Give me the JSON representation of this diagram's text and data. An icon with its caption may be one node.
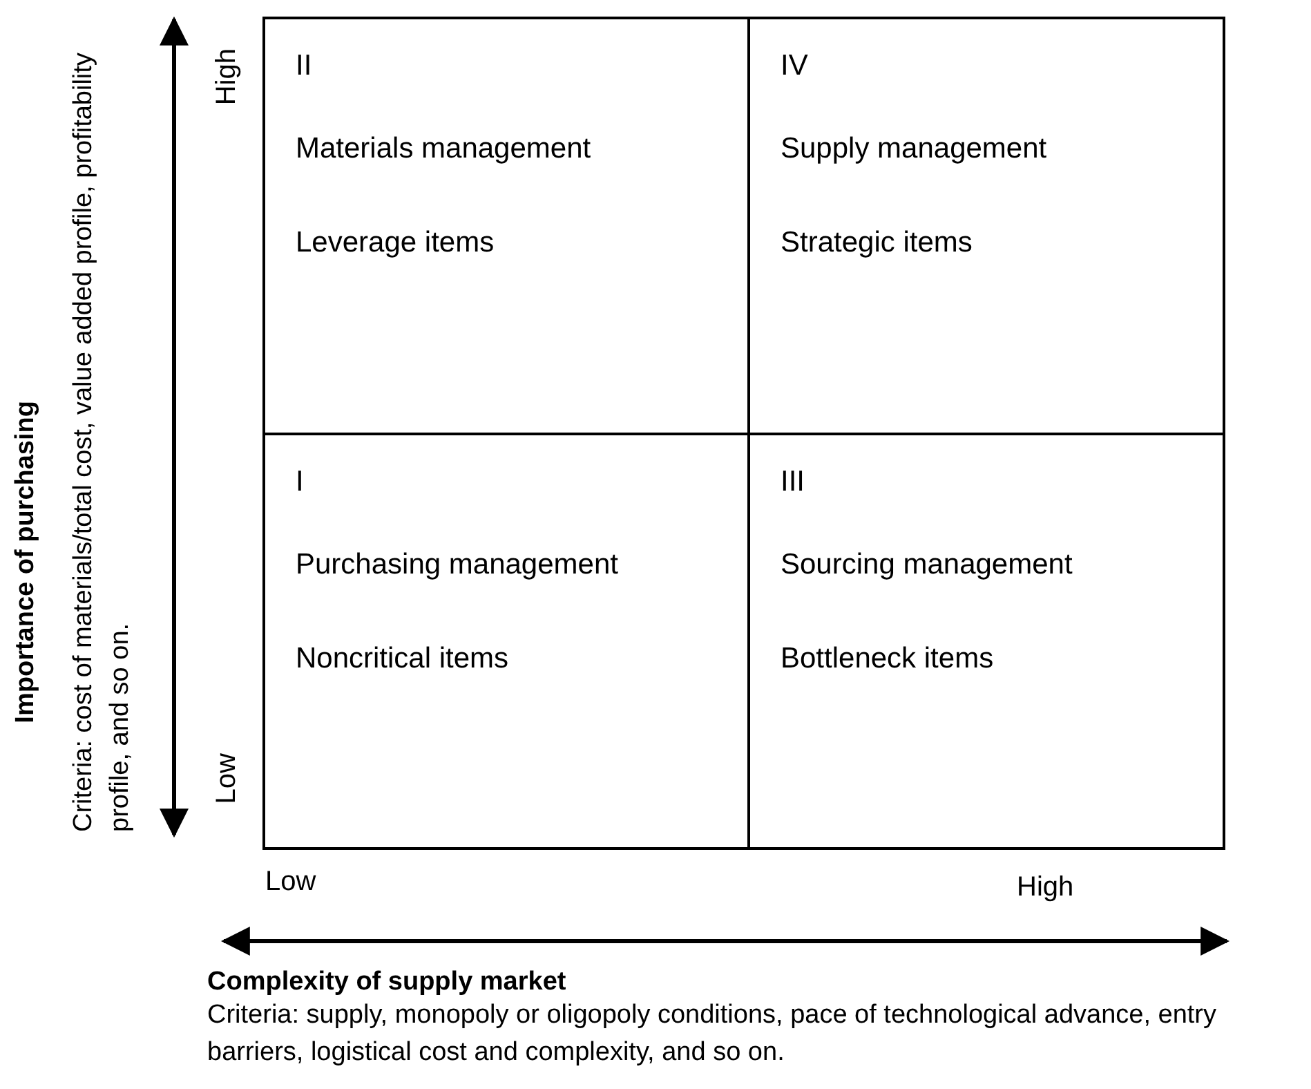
{
  "diagram": {
    "nodes": [
      {
        "text": [
          "II",
          "Materials management",
          "Leverage items"
        ]
      },
      {
        "text": [
          "IV",
          "Supply management",
          "Strategic items"
        ]
      },
      {
        "text": [
          "I",
          "Purchasing management",
          "Noncritical items"
        ]
      },
      {
        "text": [
          "III",
          "Sourcing management",
          "Bottleneck items"
        ]
      }
    ],
    "edges": [],
    "labels": [
      "High",
      "Low",
      "Importance of purchasing",
      "Criteria: cost of materials/total cost, value added profile, profitability profile, and so on.",
      "Low",
      "High",
      "Complexity of supply market",
      "Criteria: supply, monopoly or oligopoly conditions, pace of technological advance, entry barriers, logistical cost and complexity, and so on."
    ]
  }
}
